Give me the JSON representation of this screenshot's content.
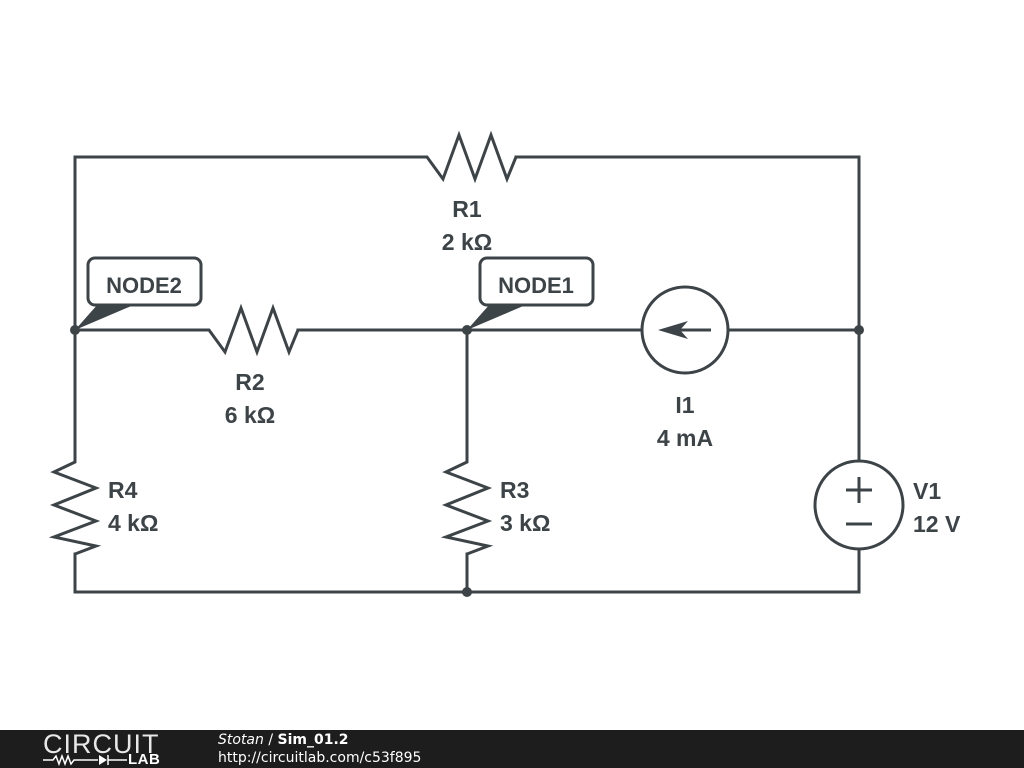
{
  "colors": {
    "ink": "#3d4448",
    "footer_bg": "#1d1d1d",
    "footer_text": "#ffffff"
  },
  "components": {
    "R1": {
      "name": "R1",
      "value": "2 kΩ",
      "type": "resistor"
    },
    "R2": {
      "name": "R2",
      "value": "6 kΩ",
      "type": "resistor"
    },
    "R3": {
      "name": "R3",
      "value": "3 kΩ",
      "type": "resistor"
    },
    "R4": {
      "name": "R4",
      "value": "4 kΩ",
      "type": "resistor"
    },
    "I1": {
      "name": "I1",
      "value": "4 mA",
      "type": "current-source",
      "direction": "left"
    },
    "V1": {
      "name": "V1",
      "value": "12 V",
      "type": "voltage-source",
      "plus_symbol": "+",
      "minus_symbol": "−"
    }
  },
  "nodes": {
    "node1": {
      "label": "NODE1"
    },
    "node2": {
      "label": "NODE2"
    }
  },
  "footer": {
    "logo_top": "CIRCUIT",
    "logo_bottom": "LAB",
    "author": "Stotan",
    "separator": " / ",
    "title": "Sim_01.2",
    "url": "http://circuitlab.com/c53f895"
  }
}
